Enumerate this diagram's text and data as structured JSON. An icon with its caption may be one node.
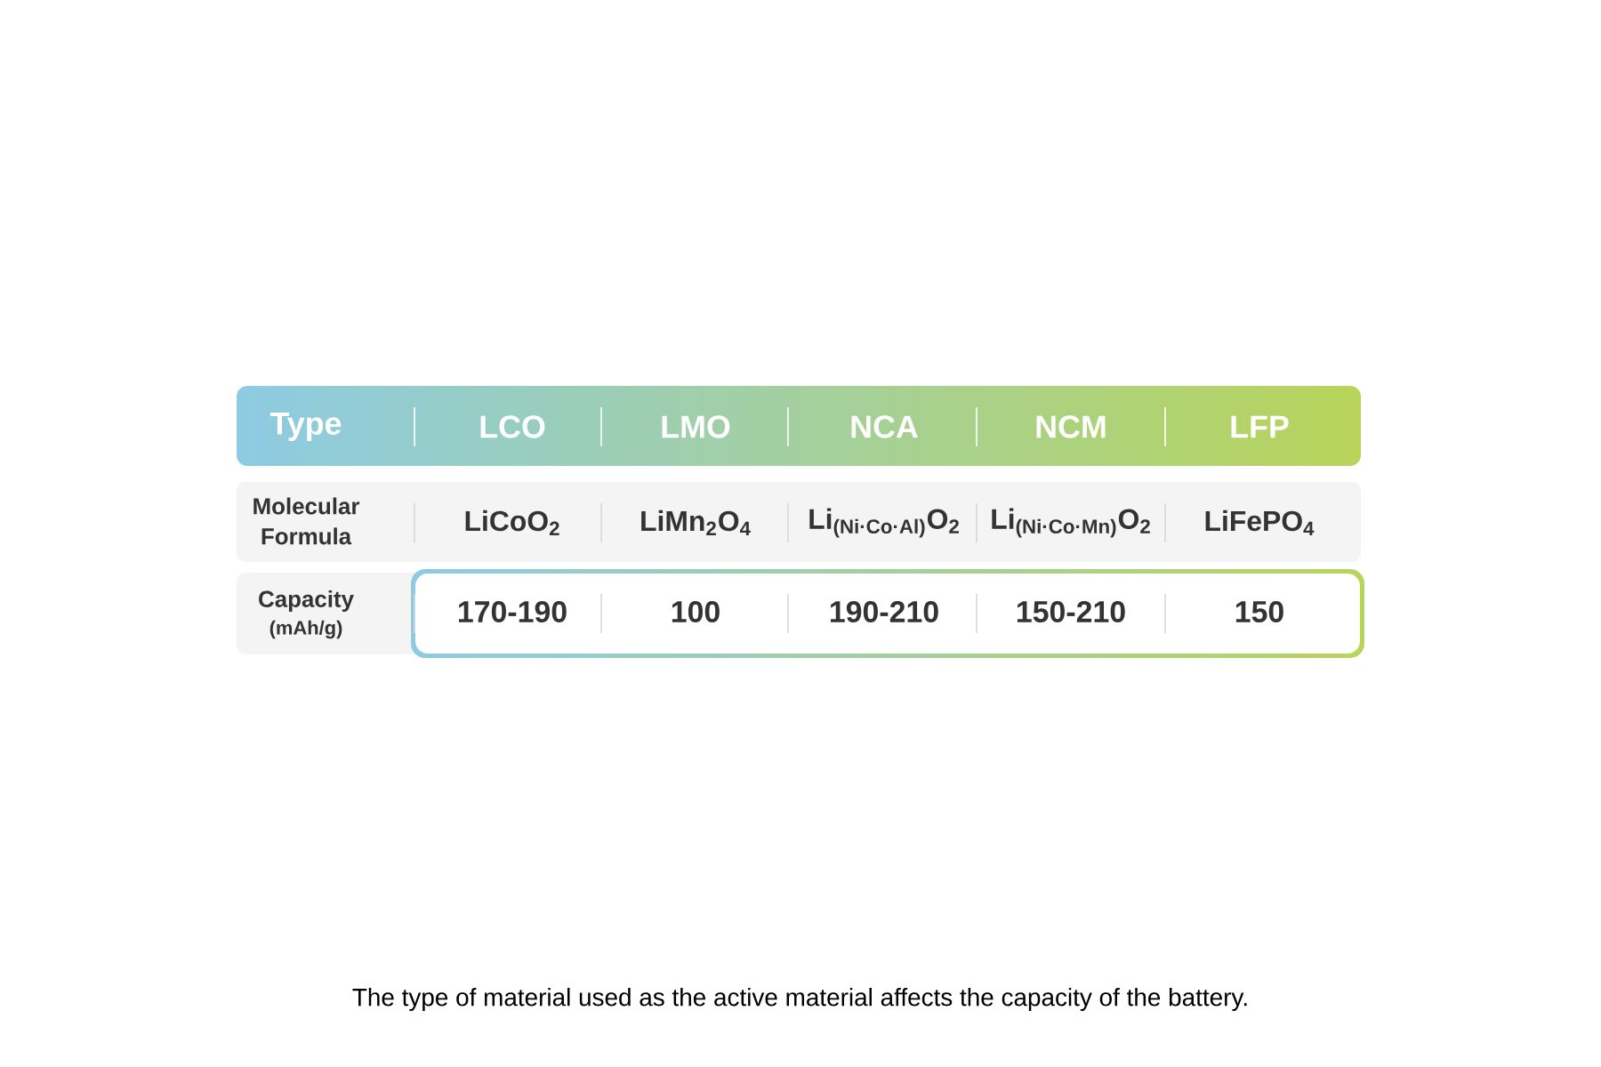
{
  "diagram": {
    "caption": "The type of material used as the active material affects the capacity of the battery.",
    "labels": [
      "Type",
      "LCO",
      "LMO",
      "NCA",
      "NCM",
      "LFP",
      "Molecular Formula",
      "LiCoO$_{2}$",
      "LiMn$_{2}$O$_{4}$",
      "Li$_{(Ni·Co·Al)}$O$_{2}$",
      "Li$_{(Ni·Co·Mn)}$O$_{2}$",
      "LiFePO$_{4}$",
      "Capacity",
      "(mAh/g)",
      "170-190",
      "100",
      "190-210",
      "150-210",
      "150"
    ]
  }
}
